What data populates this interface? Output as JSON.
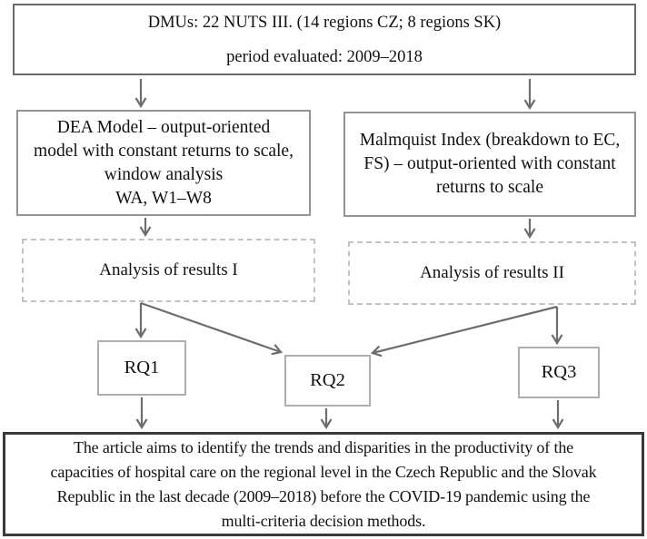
{
  "figure": {
    "dmus_box": {
      "lines": [
        "DMUs: 22 NUTS III. (14 regions CZ; 8 regions SK)",
        "period evaluated: 2009–2018"
      ]
    },
    "dea_box": {
      "lines": [
        "DEA Model – output-oriented",
        "model with constant returns to scale,",
        "window analysis",
        "WA, W1–W8"
      ]
    },
    "malmquist_box": {
      "lines": [
        "Malmquist Index (breakdown to EC,",
        "FS) – output-oriented with constant",
        "returns to scale"
      ]
    },
    "analysis_1_box": {
      "label": "Analysis of results I"
    },
    "analysis_2_box": {
      "label": "Analysis of results II"
    },
    "rq1_box": {
      "label": "RQ1"
    },
    "rq2_box": {
      "label": "RQ2"
    },
    "rq3_box": {
      "label": "RQ3"
    },
    "aim_box": {
      "lines": [
        "The article aims to identify the trends and disparities in the productivity of the",
        "capacities of hospital care on the regional level in the Czech Republic and the Slovak",
        "Republic in the last decade (2009–2018) before the COVID-19 pandemic using the",
        "multi-criteria decision methods."
      ]
    }
  },
  "colors": {
    "background": "#ffffff",
    "text": "#111111",
    "dmus_box_border": "#6a6a6a",
    "model_box_border": "#949494",
    "dashed_box_border": "#c2c2c2",
    "rq_box_border": "#aeaeae",
    "aim_box_border": "#3a3a3a",
    "arrow": "#6d6d6d"
  }
}
